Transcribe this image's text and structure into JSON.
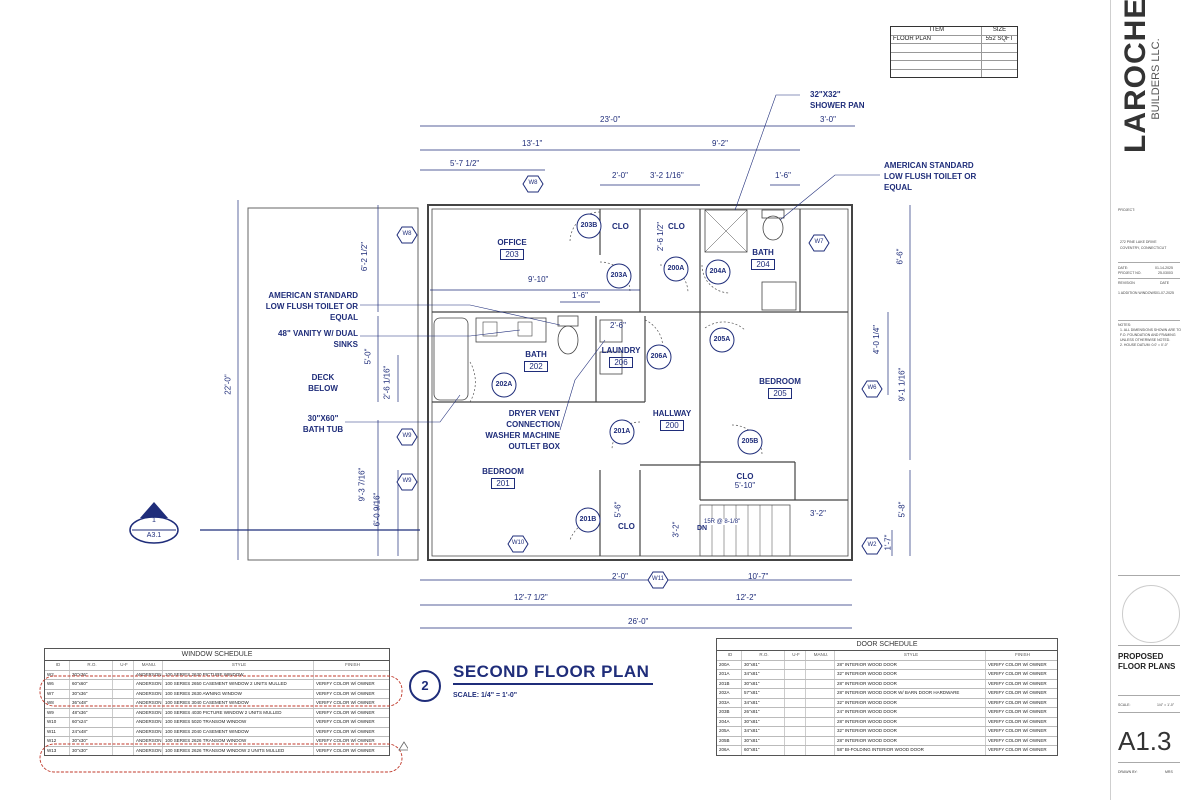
{
  "area_table": {
    "headers": [
      "ITEM",
      "SIZE"
    ],
    "rows": [
      [
        "FLOOR PLAN",
        "552 SQFT"
      ],
      [
        "",
        ""
      ],
      [
        "",
        ""
      ],
      [
        "",
        ""
      ],
      [
        "",
        ""
      ]
    ]
  },
  "title_block": {
    "brand_main": "LAROCHE",
    "brand_sub": "BUILDERS LLC.",
    "project_heading": "PROJECT:",
    "address_line1": "272 PINE LAKE DRIVE",
    "address_line2": "COVENTRY, CONNECTICUT",
    "date_label": "DATE:",
    "date_value": "01-14-2025",
    "project_no_label": "PROJECT NO.",
    "project_no_value": "25-03003",
    "revision_label": "REVISION",
    "revision_date_label": "DATE",
    "revision_entry": "1 ADDITION WINDOWS",
    "revision_entry_date": "01-07-2025",
    "notes_heading": "NOTES:",
    "notes": [
      "1. ALL DIMENSIONS SHOWN ARE TO",
      "   F.O. FOUNDATION AND FRAMING",
      "   UNLESS OTHERWISE NOTED.",
      "2. HOUSE DATUM: 0.0' = 0'-0\""
    ],
    "sheet_title_line1": "PROPOSED",
    "sheet_title_line2": "FLOOR PLANS",
    "scale_label": "SCALE:",
    "scale_value": "1/4\" = 1'-0\"",
    "sheet_number": "A1.3",
    "drawn_by_label": "DRAWN BY:",
    "drawn_by_value": "MRS"
  },
  "drawing_title": {
    "number": "2",
    "title": "SECOND FLOOR PLAN",
    "scale": "SCALE: 1/4\" = 1'-0\""
  },
  "section_marker": {
    "number": "1",
    "sheet": "A3.1"
  },
  "rooms": [
    {
      "name": "OFFICE",
      "number": "203"
    },
    {
      "name": "BATH",
      "number": "204"
    },
    {
      "name": "BATH",
      "number": "202"
    },
    {
      "name": "LAUNDRY",
      "number": "206"
    },
    {
      "name": "HALLWAY",
      "number": "200"
    },
    {
      "name": "BEDROOM",
      "number": "205"
    },
    {
      "name": "BEDROOM",
      "number": "201"
    },
    {
      "name": "CLO",
      "number": "5'-10\""
    }
  ],
  "labels": {
    "clo1": "CLO",
    "clo2": "CLO",
    "clo3": "CLO",
    "deck": "DECK\nBELOW",
    "stair": "15R @ 8-1/8\"",
    "dn": "DN"
  },
  "callouts": {
    "shower": [
      "32\"X32\"",
      "SHOWER PAN"
    ],
    "toilet_right": [
      "AMERICAN STANDARD",
      "LOW FLUSH TOILET OR",
      "EQUAL"
    ],
    "toilet_left": [
      "AMERICAN STANDARD",
      "LOW FLUSH TOILET OR",
      "EQUAL"
    ],
    "vanity": [
      "48\" VANITY W/ DUAL",
      "SINKS"
    ],
    "tub": [
      "30\"X60\"",
      "BATH TUB"
    ],
    "dryer": [
      "DRYER VENT",
      "CONNECTION",
      "WASHER MACHINE",
      "OUTLET BOX"
    ]
  },
  "dimensions": {
    "top_overall": "23'-0\"",
    "top_right": "3'-0\"",
    "top_13_1": "13'-1\"",
    "top_9_2": "9'-2\"",
    "top_5_7": "5'-7 1/2\"",
    "d_2_0_top": "2'-0\"",
    "d_3_2": "3'-2 1/16\"",
    "d_1_6_top": "1'-6\"",
    "d_9_10": "9'-10\"",
    "d_1_6_mid": "1'-6\"",
    "d_2_6": "2'-6\"",
    "d_2_6_half": "2'-6 1/2\"",
    "d_6_2": "6'-2 1/2\"",
    "d_22": "22'-0\"",
    "d_5_0": "5'-0\"",
    "d_2_6_1_16": "2'-6 1/16\"",
    "d_9_3": "9'-3 7/16\"",
    "d_6_0": "6'-0 9/16\"",
    "d_6_6": "6'-6\"",
    "d_4_0": "4'-0 1/4\"",
    "d_9_1": "9'-1 1/16\"",
    "d_5_8": "5'-8\"",
    "d_1_7": "1'-7\"",
    "d_3_2_stair": "3'-2\"",
    "d_3_2_bot": "3'-2\"",
    "d_5_6": "5'-6\"",
    "d_3_2_right": "3'-2\"",
    "d_2_0_bot": "2'-0\"",
    "d_10_7": "10'-7\"",
    "d_12_7": "12'-7 1/2\"",
    "d_12_2": "12'-2\"",
    "d_26": "26'-0\""
  },
  "window_tags": [
    "W8",
    "W8",
    "W7",
    "W6",
    "W9",
    "W9",
    "W10",
    "W11",
    "W2"
  ],
  "door_tags": [
    "203B",
    "203A",
    "200A",
    "204A",
    "206A",
    "205A",
    "202A",
    "201A",
    "205B",
    "201B"
  ],
  "window_schedule": {
    "title": "WINDOW SCHEDULE",
    "headers": [
      "ID",
      "R.O.",
      "U-F",
      "MANU.",
      "STYLE",
      "FINISH"
    ],
    "rows": [
      [
        "W2",
        "30\"x36\"",
        "",
        "ANDERSON",
        "100 SERIES 2630 PICTURE WINDOW",
        ""
      ],
      [
        "W6",
        "60\"x60\"",
        "",
        "ANDERSON",
        "100 SERIES 2650 CASEMENT WINDOW 2 UNITS MULLED",
        "VERIFY COLOR W/ OWNER"
      ],
      [
        "W7",
        "30\"x36\"",
        "",
        "ANDERSON",
        "100 SERIES 2630 AWNING WINDOW",
        "VERIFY COLOR W/ OWNER"
      ],
      [
        "W8",
        "36\"x48\"",
        "",
        "ANDERSON",
        "100 SERIES 3040 CASEMENT WINDOW",
        "VERIFY COLOR W/ OWNER"
      ],
      [
        "W9",
        "48\"x36\"",
        "",
        "ANDERSON",
        "100 SERIES 4030 PICTURE WINDOW 2 UNITS MULLED",
        "VERIFY COLOR W/ OWNER"
      ],
      [
        "W10",
        "60\"x24\"",
        "",
        "ANDERSON",
        "100 SERIES 5020 TRANSOM WINDOW",
        "VERIFY COLOR W/ OWNER"
      ],
      [
        "W11",
        "24\"x48\"",
        "",
        "ANDERSON",
        "100 SERIES 2040 CASEMENT WINDOW",
        "VERIFY COLOR W/ OWNER"
      ],
      [
        "W12",
        "30\"x30\"",
        "",
        "ANDERSON",
        "100 SERIES 2626 TRANSOM WINDOW",
        "VERIFY COLOR W/ OWNER"
      ],
      [
        "W13",
        "30\"x30\"",
        "",
        "ANDERSON",
        "100 SERIES 2626 TRANSOM WINDOW 2 UNITS MULLED",
        "VERIFY COLOR W/ OWNER"
      ]
    ]
  },
  "door_schedule": {
    "title": "DOOR SCHEDULE",
    "headers": [
      "ID",
      "R.O.",
      "U-F",
      "MANU.",
      "STYLE",
      "FINISH"
    ],
    "rows": [
      [
        "200A",
        "30\"x81\"",
        "",
        "",
        "28\" INTERIOR WOOD DOOR",
        "VERIFY COLOR W/ OWNER"
      ],
      [
        "201A",
        "34\"x81\"",
        "",
        "",
        "32\" INTERIOR WOOD DOOR",
        "VERIFY COLOR W/ OWNER"
      ],
      [
        "201B",
        "30\"x81\"",
        "",
        "",
        "28\" INTERIOR WOOD DOOR",
        "VERIFY COLOR W/ OWNER"
      ],
      [
        "202A",
        "57\"x81\"",
        "",
        "",
        "28\" INTERIOR WOOD DOOR W/ BARN DOOR HARDWARE",
        "VERIFY COLOR W/ OWNER"
      ],
      [
        "203A",
        "34\"x81\"",
        "",
        "",
        "32\" INTERIOR WOOD DOOR",
        "VERIFY COLOR W/ OWNER"
      ],
      [
        "203B",
        "26\"x81\"",
        "",
        "",
        "24\" INTERIOR WOOD DOOR",
        "VERIFY COLOR W/ OWNER"
      ],
      [
        "204A",
        "30\"x81\"",
        "",
        "",
        "28\" INTERIOR WOOD DOOR",
        "VERIFY COLOR W/ OWNER"
      ],
      [
        "205A",
        "34\"x81\"",
        "",
        "",
        "32\" INTERIOR WOOD DOOR",
        "VERIFY COLOR W/ OWNER"
      ],
      [
        "205B",
        "30\"x81\"",
        "",
        "",
        "28\" INTERIOR WOOD DOOR",
        "VERIFY COLOR W/ OWNER"
      ],
      [
        "206A",
        "60\"x81\"",
        "",
        "",
        "58\" BI-FOLDING INTERIOR WOOD DOOR",
        "VERIFY COLOR W/ OWNER"
      ]
    ]
  },
  "colors": {
    "annotation": "#1f2d7a",
    "wall": "#444444",
    "dim": "#1f2d7a",
    "revision_cloud": "#c0392b"
  }
}
